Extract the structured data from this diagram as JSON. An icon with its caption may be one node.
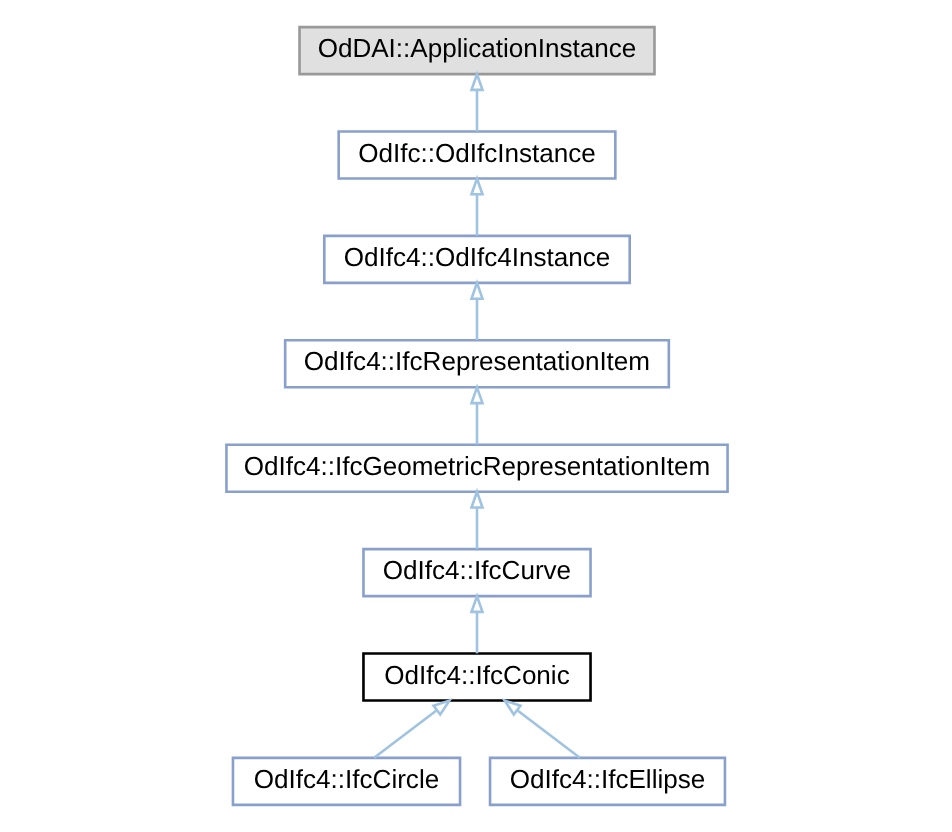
{
  "diagram": {
    "nodes": [
      {
        "text": [
          "OdDAI::ApplicationInstance"
        ]
      },
      {
        "text": [
          "OdIfc::OdIfcInstance"
        ]
      },
      {
        "text": [
          "OdIfc4::OdIfc4Instance"
        ]
      },
      {
        "text": [
          "OdIfc4::IfcRepresentationItem"
        ]
      },
      {
        "text": [
          "OdIfc4::IfcGeometricRepresentationItem"
        ]
      },
      {
        "text": [
          "OdIfc4::IfcCurve"
        ]
      },
      {
        "text": [
          "OdIfc4::IfcConic"
        ]
      },
      {
        "text": [
          "OdIfc4::IfcCircle"
        ]
      },
      {
        "text": [
          "OdIfc4::IfcEllipse"
        ]
      }
    ],
    "edges": [
      {
        "from": 1,
        "to": 0,
        "arrow": "to"
      },
      {
        "from": 2,
        "to": 1,
        "arrow": "to"
      },
      {
        "from": 3,
        "to": 2,
        "arrow": "to"
      },
      {
        "from": 4,
        "to": 3,
        "arrow": "to"
      },
      {
        "from": 5,
        "to": 4,
        "arrow": "to"
      },
      {
        "from": 6,
        "to": 5,
        "arrow": "to"
      },
      {
        "from": 7,
        "to": 6,
        "arrow": "to"
      },
      {
        "from": 8,
        "to": 6,
        "arrow": "to"
      }
    ]
  }
}
